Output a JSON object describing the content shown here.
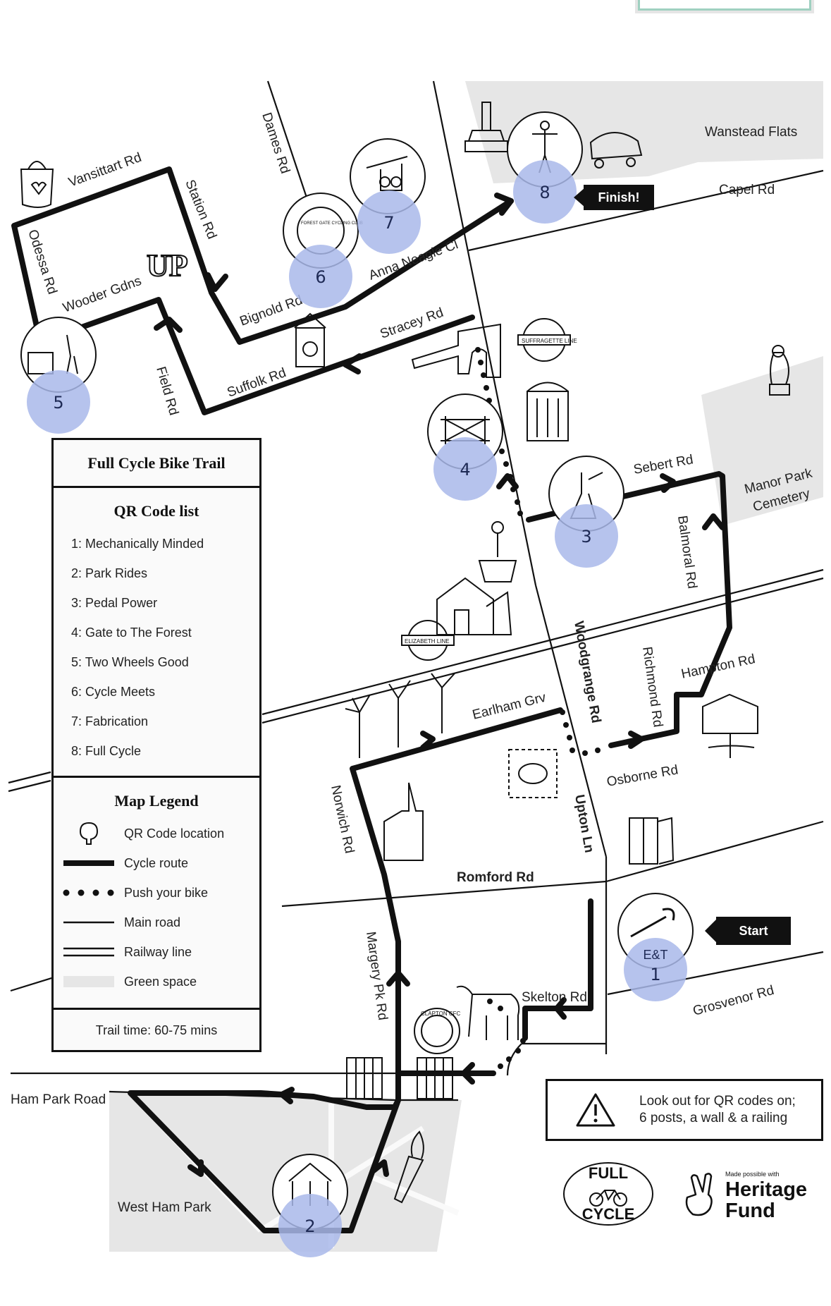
{
  "map": {
    "roads": {
      "vansittart": "Vansittart Rd",
      "dames": "Dames Rd",
      "station": "Station Rd",
      "odessa": "Odessa Rd",
      "wooder": "Wooder Gdns",
      "bignold": "Bignold Rd",
      "anna_neagle": "Anna Neagle Cl",
      "stracey": "Stracey Rd",
      "suffolk": "Suffolk Rd",
      "field": "Field Rd",
      "capel": "Capel Rd",
      "sebert": "Sebert Rd",
      "balmoral": "Balmoral Rd",
      "woodgrange": "Woodgrange Rd",
      "hampton": "Hampton Rd",
      "richmond": "Richmond Rd",
      "earlham": "Earlham Grv",
      "osborne": "Osborne Rd",
      "norwich": "Norwich Rd",
      "upton": "Upton Ln",
      "romford": "Romford Rd",
      "margery": "Margery Pk Rd",
      "skelton": "Skelton Rd",
      "grosvenor": "Grosvenor Rd",
      "ham_park": "Ham Park Road"
    },
    "areas": {
      "wanstead": "Wanstead Flats",
      "manor_park_1": "Manor Park",
      "manor_park_2": "Cemetery",
      "west_ham_park": "West Ham Park"
    },
    "qr_markers": [
      "1",
      "2",
      "3",
      "4",
      "5",
      "6",
      "7",
      "8"
    ],
    "qr_1_label": "E&T",
    "start_tag": "Start",
    "finish_tag": "Finish!",
    "icon_text": {
      "up_logo": "UP",
      "suffragette_line": "SUFFRAGETTE LINE",
      "elizabeth_line": "ELIZABETH LINE",
      "forest_gate_badge": "FOREST GATE CYCLING CLUB",
      "clapton_badge": "CLAPTON CFC"
    },
    "colors": {
      "route": "#111111",
      "green_space": "#e6e6e6",
      "qr_bubble": "#a9b8ea"
    }
  },
  "panel": {
    "title": "Full Cycle Bike Trail",
    "qr_list_title": "QR Code list",
    "qr_list": [
      "1: Mechanically Minded",
      "2: Park Rides",
      "3: Pedal Power",
      "4: Gate to The Forest",
      "5: Two Wheels Good",
      "6: Cycle Meets",
      "7: Fabrication",
      "8: Full Cycle"
    ],
    "legend_title": "Map Legend",
    "legend": [
      {
        "icon": "qr-location-icon",
        "label": "QR Code location"
      },
      {
        "icon": "cycle-route-line",
        "label": "Cycle route"
      },
      {
        "icon": "push-bike-dots",
        "label": "Push your bike"
      },
      {
        "icon": "main-road-line",
        "label": "Main road"
      },
      {
        "icon": "railway-line-double",
        "label": "Railway line"
      },
      {
        "icon": "green-space-swatch",
        "label": "Green space"
      }
    ],
    "trail_time_label": "Trail time:",
    "trail_time_value": "60-75 mins"
  },
  "notice": {
    "line1": "Look out for QR codes on;",
    "line2": "6 posts, a wall & a railing"
  },
  "logos": {
    "full_cycle_top": "FULL",
    "full_cycle_bottom": "CYCLE",
    "heritage_small": "Made possible with",
    "heritage_line1": "Heritage",
    "heritage_line2": "Fund"
  }
}
